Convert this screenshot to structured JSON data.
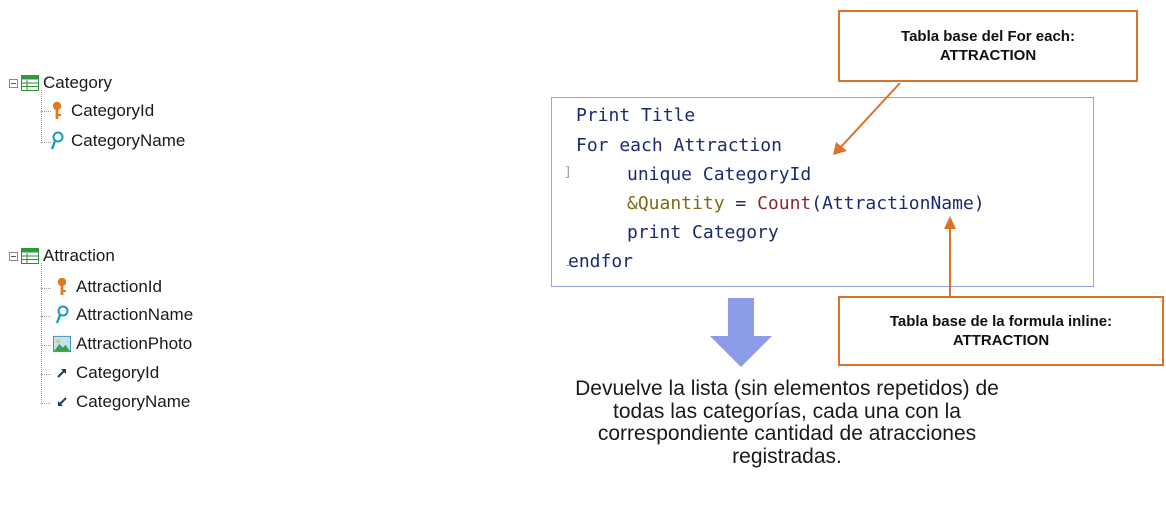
{
  "category_tree": {
    "root_label": "Category",
    "attributes": [
      {
        "label": "CategoryId",
        "icon": "key-icon"
      },
      {
        "label": "CategoryName",
        "icon": "search-key-icon"
      }
    ]
  },
  "attraction_tree": {
    "root_label": "Attraction",
    "attributes": [
      {
        "label": "AttractionId",
        "icon": "key-icon"
      },
      {
        "label": "AttractionName",
        "icon": "search-key-icon"
      },
      {
        "label": "AttractionPhoto",
        "icon": "image-icon"
      },
      {
        "label": "CategoryId",
        "icon": "foreign-key-up-icon"
      },
      {
        "label": "CategoryName",
        "icon": "inferred-down-icon"
      }
    ]
  },
  "code": {
    "line1": "Print Title",
    "line2": "For each Attraction",
    "line3": "unique CategoryId",
    "line4_var": "&Quantity",
    "line4_op": " = ",
    "line4_fn": "Count",
    "line4_arg": "(AttractionName)",
    "line5": "print Category",
    "line6": "endfor"
  },
  "callouts": {
    "foreach_title": "Tabla base del For each:",
    "foreach_table": "ATTRACTION",
    "inline_title": "Tabla base de la formula inline:",
    "inline_table": "ATTRACTION"
  },
  "result": {
    "line1": "Devuelve la lista (sin elementos repetidos) de",
    "line2": "todas las categorías, cada una con la",
    "line3": "correspondiente cantidad de atracciones",
    "line4": "registradas."
  },
  "colors": {
    "callout_border": "#d9732b",
    "down_arrow": "#8c9be8",
    "code_border": "#9aa4e0",
    "key_orange": "#e07a1f",
    "search_teal": "#1a9bb8"
  }
}
